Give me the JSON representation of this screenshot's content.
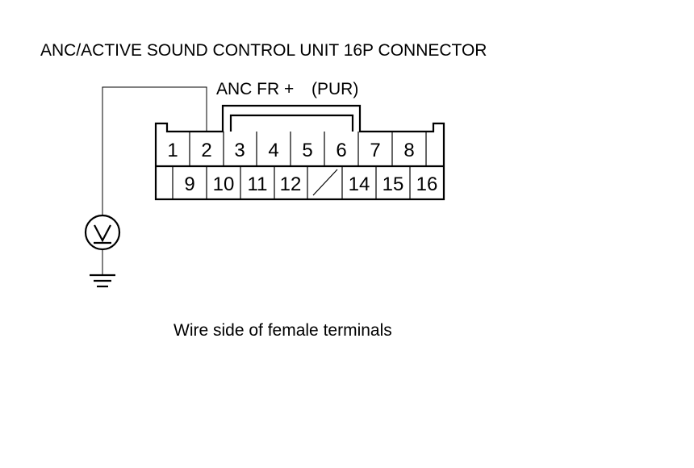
{
  "title": "ANC/ACTIVE SOUND CONTROL UNIT 16P CONNECTOR",
  "probe_label": "ANC FR +",
  "wire_color": "(PUR)",
  "footer": "Wire side of female terminals",
  "connector": {
    "top_row": [
      "1",
      "2",
      "3",
      "4",
      "5",
      "6",
      "7",
      "8"
    ],
    "bottom_row": [
      "9",
      "10",
      "11",
      "12",
      "14",
      "15",
      "16"
    ]
  },
  "meter_symbol": "voltmeter",
  "ground_symbol": "ground"
}
